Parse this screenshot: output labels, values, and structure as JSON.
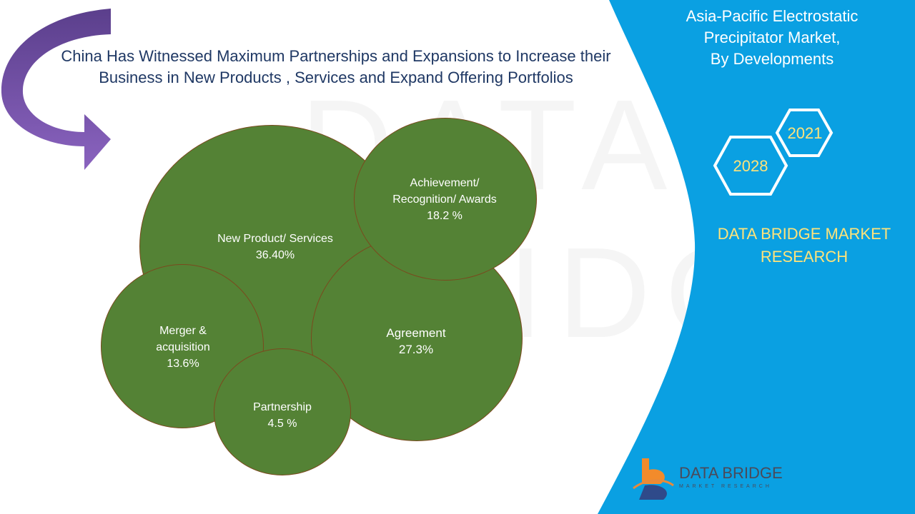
{
  "headline": "China Has Witnessed Maximum Partnerships and Expansions to Increase their Business in New Products , Services and Expand Offering Portfolios",
  "side_panel": {
    "title_lines": [
      "Asia-Pacific Electrostatic",
      "Precipitator Market,",
      "By Developments"
    ],
    "years": [
      "2021",
      "2028"
    ],
    "brand_lines": [
      "DATA BRIDGE MARKET",
      "RESEARCH"
    ],
    "logo": {
      "name": "DATA BRIDGE",
      "tagline": "MARKET RESEARCH"
    },
    "colors": {
      "panel": "#0aa0e2",
      "accent": "#ffe37a"
    }
  },
  "chart_data": {
    "type": "bubble",
    "items": [
      {
        "label_lines": [
          "New Product/ Services"
        ],
        "value_text": "36.40%",
        "value": 36.4
      },
      {
        "label_lines": [
          "Achievement/",
          "Recognition/ Awards"
        ],
        "value_text": "18.2 %",
        "value": 18.2
      },
      {
        "label_lines": [
          "Agreement"
        ],
        "value_text": "27.3%",
        "value": 27.3
      },
      {
        "label_lines": [
          "Merger &",
          "acquisition"
        ],
        "value_text": "13.6%",
        "value": 13.6
      },
      {
        "label_lines": [
          "Partnership"
        ],
        "value_text": "4.5 %",
        "value": 4.5
      }
    ],
    "color": "#548235"
  }
}
